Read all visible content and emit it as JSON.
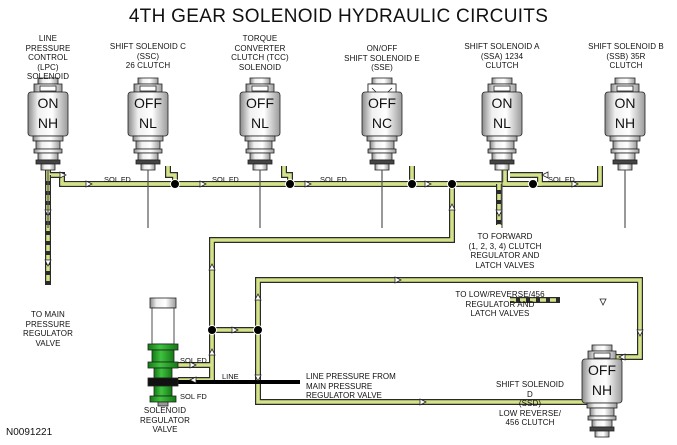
{
  "title": "4TH GEAR SOLENOID HYDRAULIC CIRCUITS",
  "figure_id": "N0091221",
  "solenoids": [
    {
      "key": "lpc",
      "label": "LINE\nPRESSURE\nCONTROL\n(LPC)\nSOLENOID",
      "state_top": "ON",
      "state_bottom": "NH"
    },
    {
      "key": "ssc",
      "label": "SHIFT SOLENOID C\n(SSC)\n26 CLUTCH",
      "state_top": "OFF",
      "state_bottom": "NL"
    },
    {
      "key": "tcc",
      "label": "TORQUE\nCONVERTER\nCLUTCH (TCC)\nSOLENOID",
      "state_top": "OFF",
      "state_bottom": "NL"
    },
    {
      "key": "sse",
      "label": "ON/OFF\nSHIFT SOLENOID E\n(SSE)",
      "state_top": "OFF",
      "state_bottom": "NC"
    },
    {
      "key": "ssa",
      "label": "SHIFT SOLENOID A\n(SSA) 1234\nCLUTCH",
      "state_top": "ON",
      "state_bottom": "NL"
    },
    {
      "key": "ssb",
      "label": "SHIFT SOLENOID B\n(SSB) 35R\nCLUTCH",
      "state_top": "ON",
      "state_bottom": "NH"
    },
    {
      "key": "ssd",
      "label": "SHIFT SOLENOID D\n(SSD)\nLOW REVERSE/\n456 CLUTCH",
      "state_top": "OFF",
      "state_bottom": "NH"
    }
  ],
  "labels": {
    "sol_fd": "SOL FD",
    "line": "LINE",
    "to_main": "TO MAIN PRESSURE\nREGULATOR\nVALVE",
    "to_forward": "TO FORWARD\n(1, 2, 3, 4) CLUTCH\nREGULATOR AND\nLATCH VALVES",
    "to_low_rev": "TO LOW/REVERSE/456\nREGULATOR AND\nLATCH VALVES",
    "line_pressure_from": "LINE PRESSURE FROM\nMAIN PRESSURE\nREGULATOR VALVE",
    "sol_reg_valve": "SOLENOID\nREGULATOR\nVALVE"
  },
  "colors": {
    "pipe_fill": "#d4e28a",
    "pipe_stroke": "#2a2a2a",
    "valve_green": "#2ea12e",
    "line_black": "#000000"
  }
}
